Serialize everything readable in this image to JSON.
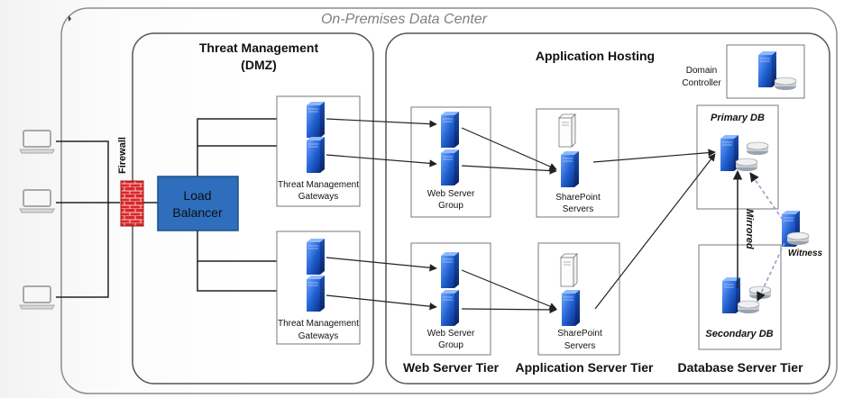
{
  "title": "On-Premises Data Center",
  "zones": {
    "dmz_title_1": "Threat Management",
    "dmz_title_2": "(DMZ)",
    "app_title": "Application Hosting"
  },
  "firewall": "Firewall",
  "load_balancer": {
    "line1": "Load",
    "line2": "Balancer"
  },
  "gateways": [
    {
      "line1": "Threat Management",
      "line2": "Gateways"
    },
    {
      "line1": "Threat Management",
      "line2": "Gateways"
    }
  ],
  "web_groups": [
    {
      "line1": "Web Server",
      "line2": "Group"
    },
    {
      "line1": "Web Server",
      "line2": "Group"
    }
  ],
  "sharepoint": [
    {
      "line1": "SharePoint",
      "line2": "Servers"
    },
    {
      "line1": "SharePoint",
      "line2": "Servers"
    }
  ],
  "domain_controller": {
    "line1": "Domain",
    "line2": "Controller"
  },
  "primary_db": "Primary DB",
  "secondary_db": "Secondary DB",
  "mirrored": "Mirrored",
  "witness": "Witness",
  "tiers": {
    "web": "Web Server Tier",
    "app": "Application Server Tier",
    "db": "Database Server Tier"
  },
  "colors": {
    "server_blue": "#1f5fcf",
    "load_balancer": "#2e6ebd",
    "firewall": "#d9262b"
  }
}
